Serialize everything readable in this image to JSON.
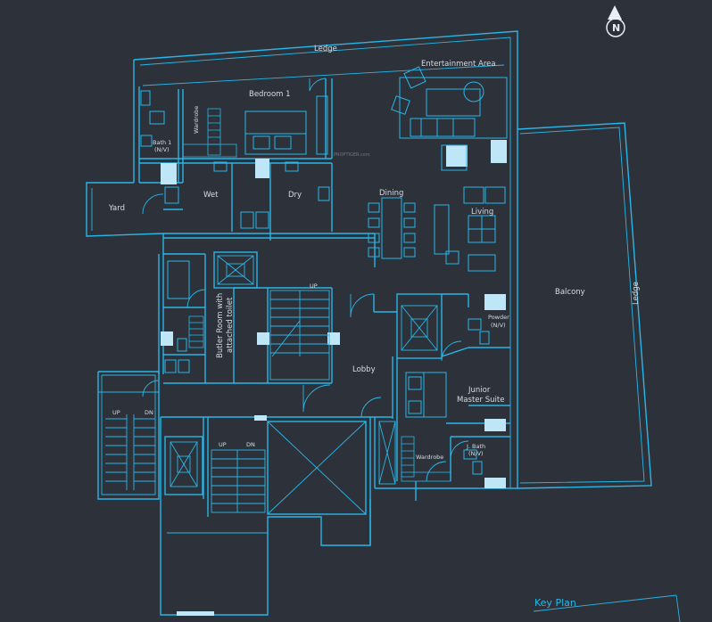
{
  "labels": {
    "ledge_top": "Ledge",
    "entertainment": "Entertainment Area",
    "bedroom1": "Bedroom 1",
    "wardrobe_left": "Wardrobe",
    "bath1_line1": "Bath 1",
    "bath1_line2": "(N/V)",
    "watermark": "PROPTIGER.com",
    "yard": "Yard",
    "wet": "Wet",
    "dry": "Dry",
    "dining": "Dining",
    "living": "Living",
    "balcony": "Balcony",
    "ledge_right": "Ledge",
    "butler_line1": "Butler Room with",
    "butler_line2": "attached toilet",
    "up_center": "UP",
    "powder_line1": "Powder",
    "powder_line2": "(N/V)",
    "lobby": "Lobby",
    "junior_line1": "Junior",
    "junior_line2": "Master Suite",
    "up_left": "UP",
    "dn_left": "DN",
    "up_bottom": "UP",
    "dn_bottom": "DN",
    "jbath_line1": "J. Bath",
    "jbath_line2": "(N/V)",
    "wardrobe_right": "Wardrobe",
    "key_plan": "Key Plan",
    "compass": "N"
  },
  "colors": {
    "background": "#2d323a",
    "line": "#29b6e8",
    "column_fill": "#bfe6f7",
    "text": "#d5dde3"
  }
}
